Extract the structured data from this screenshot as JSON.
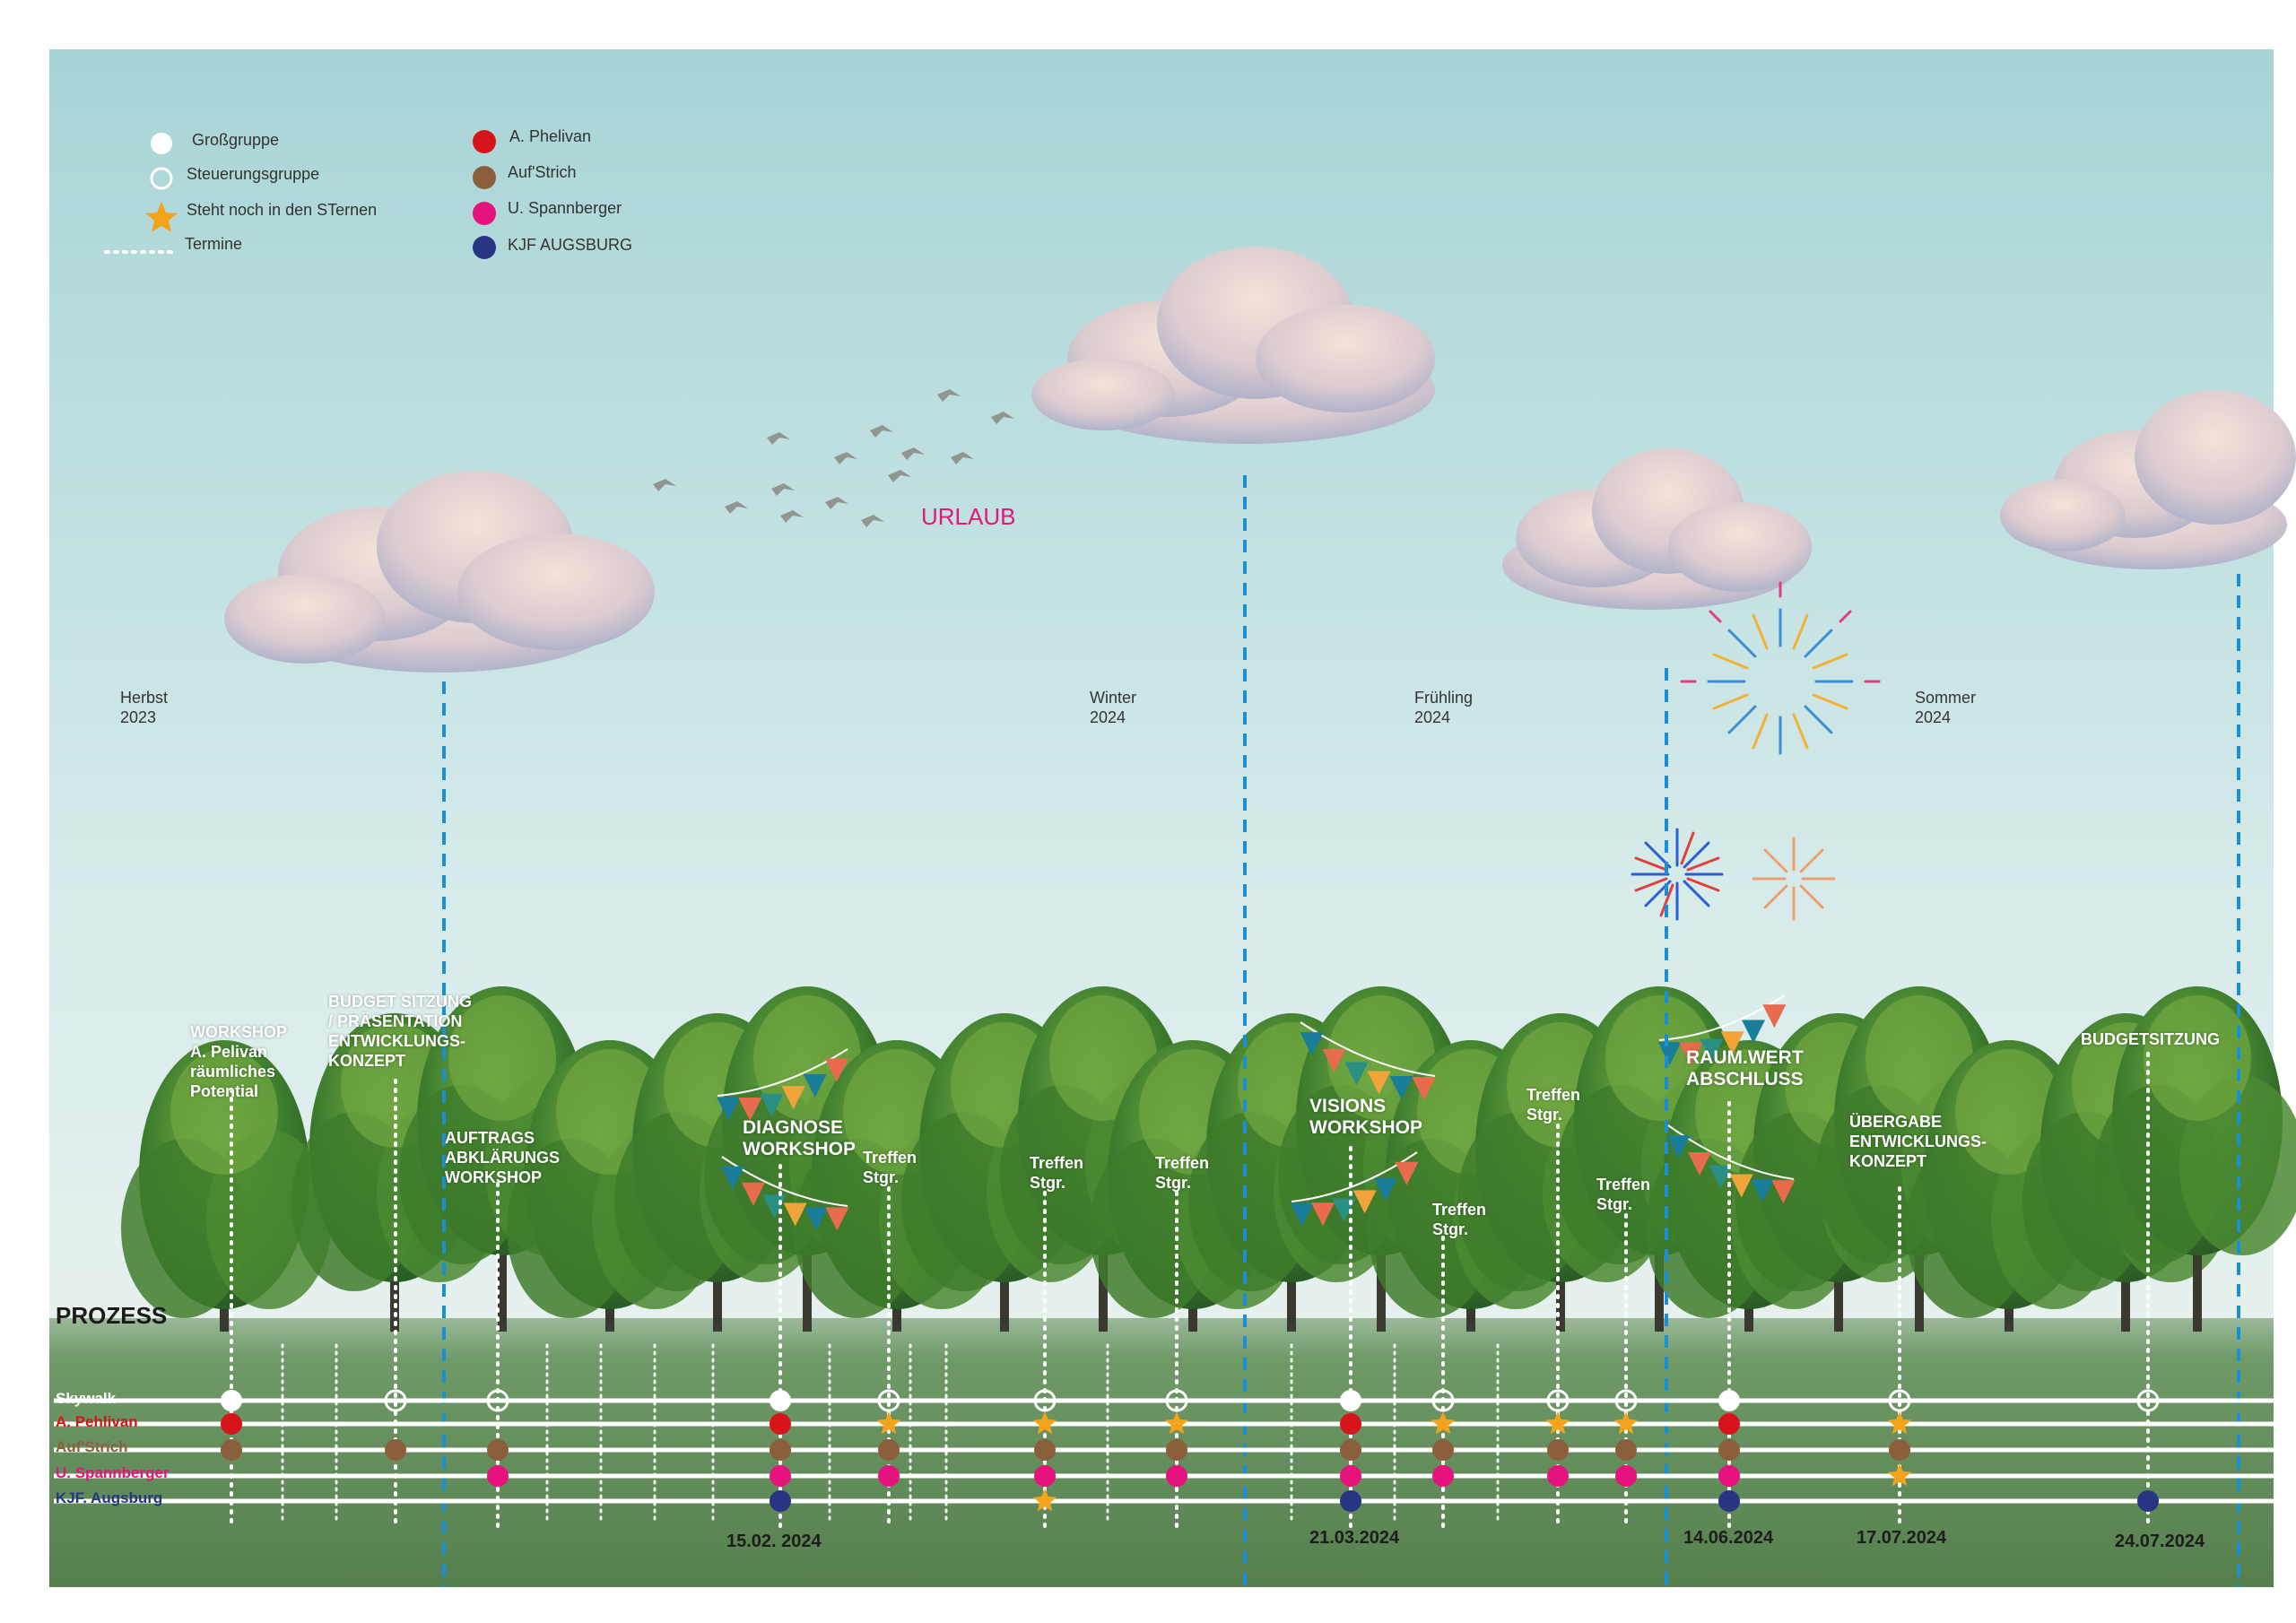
{
  "legend": {
    "items": [
      {
        "label": "Großgruppe",
        "marker": "filled-white-circle"
      },
      {
        "label": "Steuerungsgruppe",
        "marker": "hollow-circle"
      },
      {
        "label": "Steht noch in den STernen",
        "marker": "orange-star"
      },
      {
        "label": "Termine",
        "marker": "dotted-line"
      }
    ],
    "partners": [
      {
        "label": "A. Phelivan",
        "color": "#d7141a"
      },
      {
        "label": "Auf'Strich",
        "color": "#8b5e3c"
      },
      {
        "label": "U. Spannberger",
        "color": "#e6137f"
      },
      {
        "label": "KJF AUGSBURG",
        "color": "#283583"
      }
    ]
  },
  "seasons": [
    {
      "text": "Herbst\n2023"
    },
    {
      "text": "Winter\n2024"
    },
    {
      "text": "Frühling\n2024"
    },
    {
      "text": "Sommer\n2024"
    }
  ],
  "urlaub": "URLAUB",
  "prozess_title": "PROZESS",
  "rows": [
    {
      "label": "Skywalk",
      "color": "#ffffff"
    },
    {
      "label": "A. Pehlivan",
      "color": "#d7141a"
    },
    {
      "label": "Auf'Strich",
      "color": "#8b5e3c"
    },
    {
      "label": "U. Spannberger",
      "color": "#e6137f"
    },
    {
      "label": "KJF. Augsburg",
      "color": "#283583"
    }
  ],
  "events": [
    {
      "label": "WORKSHOP\nA. Pelivan\nräumliches\nPotential"
    },
    {
      "label": "BUDGET SITZUNG\n/ PRÄSENTATION\nENTWICKLUNGS-\nKONZEPT"
    },
    {
      "label": "AUFTRAGS\nABKLÄRUNGS\nWORKSHOP"
    },
    {
      "label": "DIAGNOSE\nWORKSHOP",
      "date": "15.02. 2024"
    },
    {
      "label": "Treffen\nStgr."
    },
    {
      "label": "Treffen\nStgr."
    },
    {
      "label": "Treffen\nStgr."
    },
    {
      "label": "VISIONS\nWORKSHOP",
      "date": "21.03.2024"
    },
    {
      "label": "Treffen\nStgr."
    },
    {
      "label": "Treffen\nStgr."
    },
    {
      "label": "Treffen\nStgr."
    },
    {
      "label": "RAUM.WERT\nABSCHLUSS",
      "date": "14.06.2024"
    },
    {
      "label": "ÜBERGABE\nENTWICKLUNGS-\nKONZEPT",
      "date": "17.07.2024"
    },
    {
      "label": "BUDGETSITZUNG",
      "date": "24.07.2024"
    }
  ],
  "colors": {
    "sky_top": "#a9d6d8",
    "sky_bottom": "#eaf2f2",
    "grass": "#5f8f57",
    "tree_dark": "#2f6b2a",
    "tree_light": "#5e9c38",
    "season_line": "#1b8fd6",
    "star": "#f5a31a"
  }
}
